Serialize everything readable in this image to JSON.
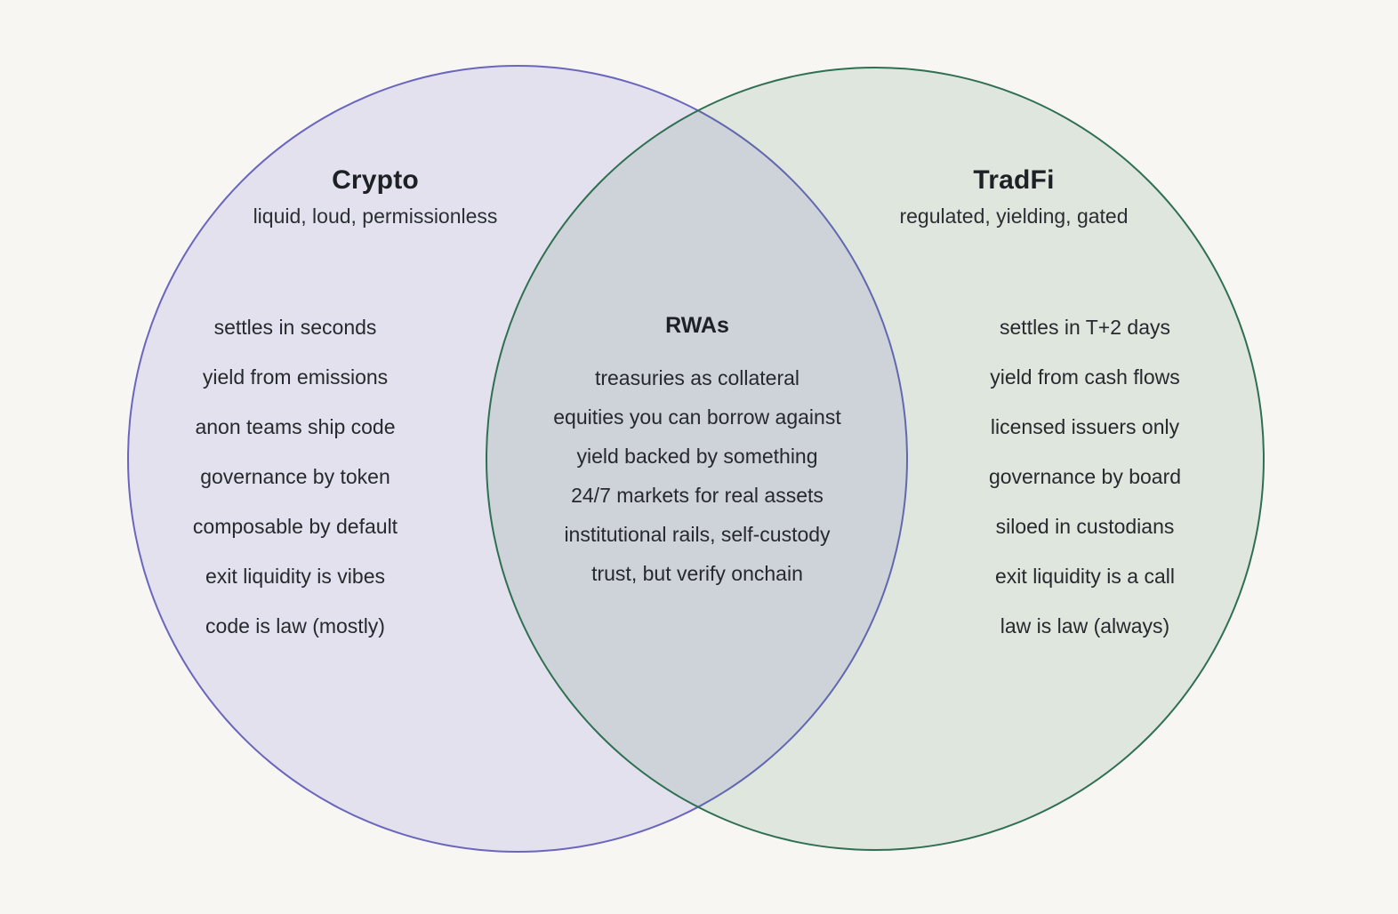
{
  "diagram": {
    "type": "venn",
    "background_color": "#f7f6f2",
    "left": {
      "title": "Crypto",
      "subtitle": "liquid, loud, permissionless",
      "fill_color": "#e6e3f3",
      "border_color": "#6a66bd",
      "items": [
        "settles in seconds",
        "yield from emissions",
        "anon teams ship code",
        "governance by token",
        "composable by default",
        "exit liquidity is vibes",
        "code is law (mostly)"
      ]
    },
    "right": {
      "title": "TradFi",
      "subtitle": "regulated, yielding, gated",
      "fill_color": "#dfe9e2",
      "border_color": "#2f6f52",
      "items": [
        "settles in T+2 days",
        "yield from cash flows",
        "licensed issuers only",
        "governance by board",
        "siloed in custodians",
        "exit liquidity is a call",
        "law is law (always)"
      ]
    },
    "intersection": {
      "title": "RWAs",
      "fill_color": "#cdd9da",
      "items": [
        "treasuries as collateral",
        "equities you can borrow against",
        "yield backed by something",
        "24/7 markets for real assets",
        "institutional rails, self-custody",
        "trust, but verify onchain"
      ]
    }
  }
}
